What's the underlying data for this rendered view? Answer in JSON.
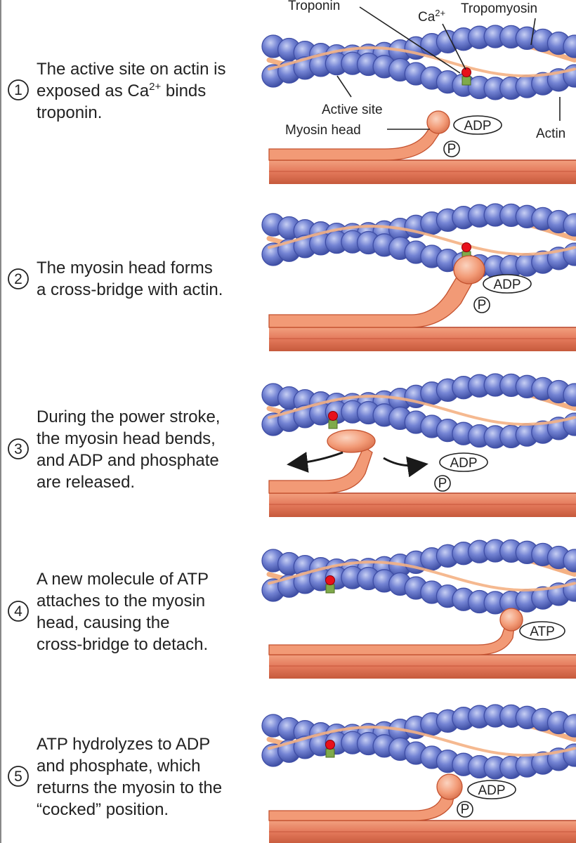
{
  "colors": {
    "actin_bead": "#6f7fd0",
    "actin_bead_dark": "#3f4ea6",
    "tropomyosin": "#f4b184",
    "myosin": "#f29a76",
    "myosin_dark": "#c4522f",
    "thick_filament": "#e07a5f",
    "thick_filament_line": "#b8452b",
    "calcium": "#e8101a",
    "troponin": "#7faa4a",
    "text": "#222222"
  },
  "icons": [
    "actin-bead",
    "tropomyosin-strand",
    "troponin-complex",
    "calcium-ion",
    "myosin-head",
    "thick-filament",
    "adp-label",
    "phosphate-label",
    "atp-label",
    "arrow"
  ],
  "labels": {
    "troponin": "Troponin",
    "calcium": "Ca",
    "calcium_sup": "2+",
    "tropomyosin": "Tropomyosin",
    "active_site": "Active site",
    "myosin_head": "Myosin head",
    "actin": "Actin",
    "adp": "ADP",
    "p": "P",
    "atp": "ATP"
  },
  "steps": [
    {
      "number": "1",
      "lines": [
        {
          "pre": "The active site on actin is",
          "sup": "",
          "post": ""
        },
        {
          "pre": "exposed as Ca",
          "sup": "2+",
          "post": " binds"
        },
        {
          "pre": "troponin.",
          "sup": "",
          "post": ""
        }
      ]
    },
    {
      "number": "2",
      "lines": [
        {
          "pre": "The myosin head forms",
          "sup": "",
          "post": ""
        },
        {
          "pre": "a cross-bridge with actin.",
          "sup": "",
          "post": ""
        }
      ]
    },
    {
      "number": "3",
      "lines": [
        {
          "pre": "During the power stroke,",
          "sup": "",
          "post": ""
        },
        {
          "pre": "the myosin head bends,",
          "sup": "",
          "post": ""
        },
        {
          "pre": "and ADP and phosphate",
          "sup": "",
          "post": ""
        },
        {
          "pre": "are released.",
          "sup": "",
          "post": ""
        }
      ]
    },
    {
      "number": "4",
      "lines": [
        {
          "pre": "A new molecule of ATP",
          "sup": "",
          "post": ""
        },
        {
          "pre": "attaches to the myosin",
          "sup": "",
          "post": ""
        },
        {
          "pre": "head, causing the",
          "sup": "",
          "post": ""
        },
        {
          "pre": "cross-bridge to detach.",
          "sup": "",
          "post": ""
        }
      ]
    },
    {
      "number": "5",
      "lines": [
        {
          "pre": "ATP hydrolyzes to ADP",
          "sup": "",
          "post": ""
        },
        {
          "pre": "and phosphate, which",
          "sup": "",
          "post": ""
        },
        {
          "pre": "returns the myosin to the",
          "sup": "",
          "post": ""
        },
        {
          "pre": "“cocked” position.",
          "sup": "",
          "post": ""
        }
      ]
    }
  ]
}
